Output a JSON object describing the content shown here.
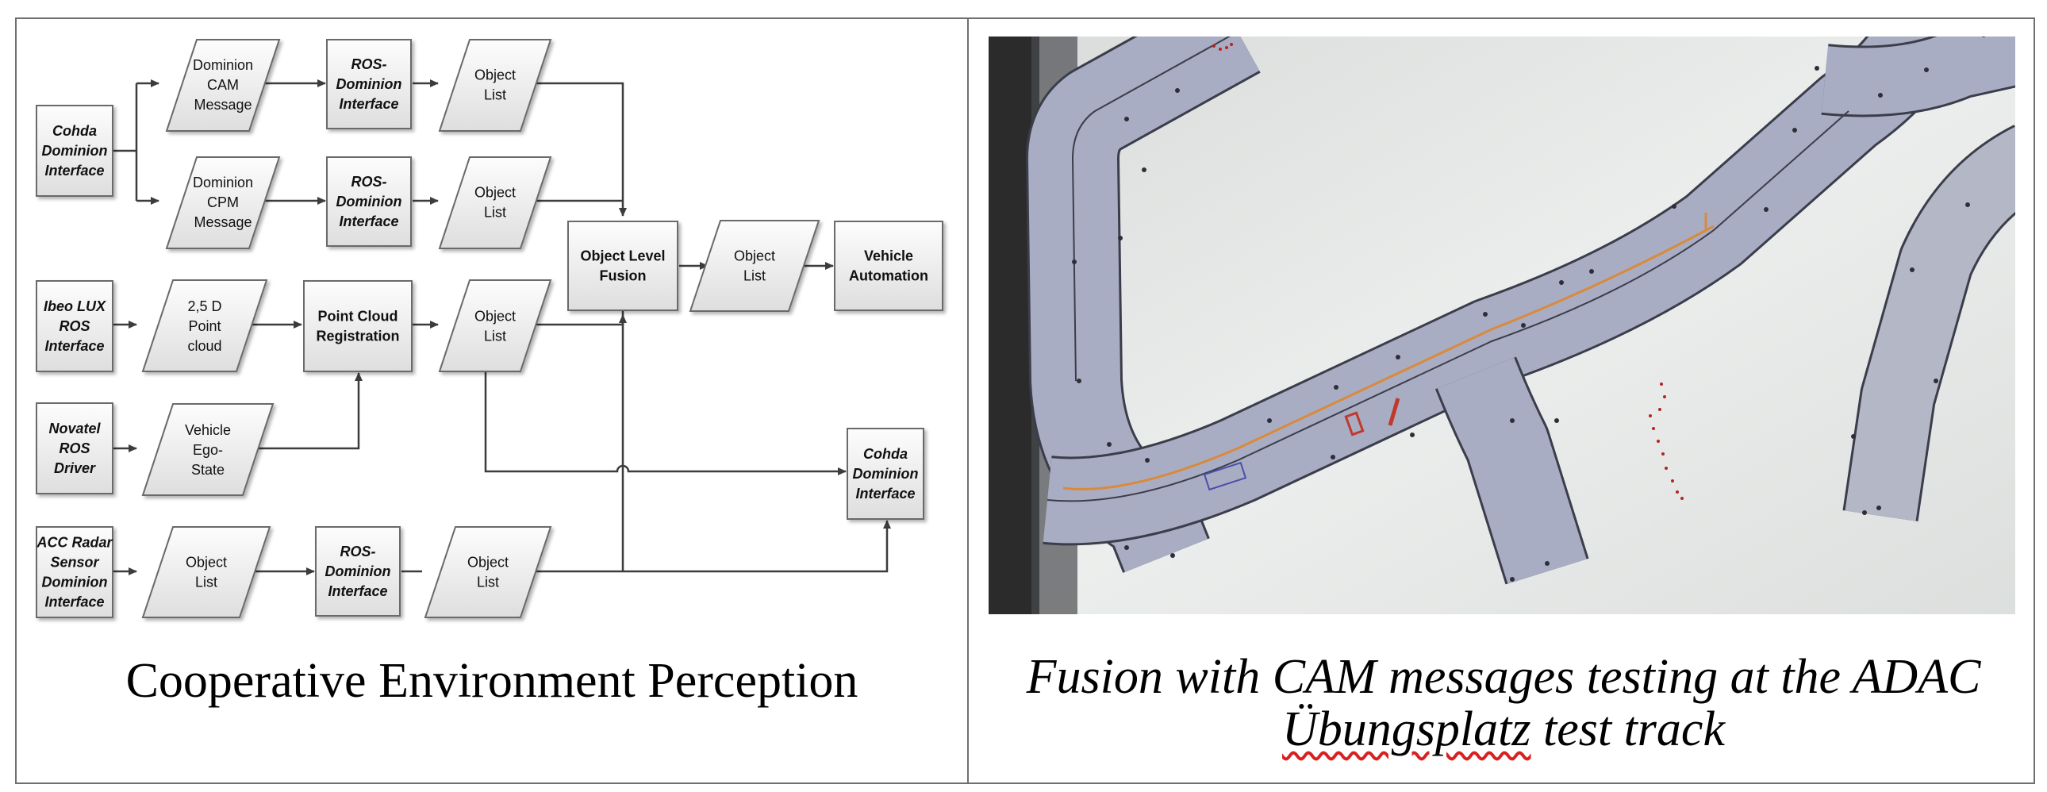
{
  "diagram": {
    "nodes": {
      "cohda_in": [
        "Cohda",
        "Dominion",
        "Interface"
      ],
      "cam_msg": [
        "Dominion",
        "CAM",
        "Message"
      ],
      "ros_if_1": [
        "ROS-",
        "Dominion",
        "Interface"
      ],
      "obj_1": [
        "Object",
        "List"
      ],
      "cpm_msg": [
        "Dominion",
        "CPM",
        "Message"
      ],
      "ros_if_2": [
        "ROS-",
        "Dominion",
        "Interface"
      ],
      "obj_2": [
        "Object",
        "List"
      ],
      "fusion": [
        "Object Level",
        "Fusion"
      ],
      "obj_fused": [
        "Object",
        "List"
      ],
      "automation": [
        "Vehicle",
        "Automation"
      ],
      "ibeo": [
        "Ibeo LUX",
        "ROS",
        "Interface"
      ],
      "pointcloud": [
        "2,5 D",
        "Point",
        "cloud"
      ],
      "registration": [
        "Point Cloud",
        "Registration"
      ],
      "obj_3": [
        "Object",
        "List"
      ],
      "novatel": [
        "Novatel",
        "ROS",
        "Driver"
      ],
      "egostate": [
        "Vehicle",
        "Ego-",
        "State"
      ],
      "cohda_out": [
        "Cohda",
        "Dominion",
        "Interface"
      ],
      "acc": [
        "ACC Radar",
        "Sensor",
        "Dominion",
        "Interface"
      ],
      "obj_4": [
        "Object",
        "List"
      ],
      "ros_if_3": [
        "ROS-",
        "Dominion",
        "Interface"
      ],
      "obj_5": [
        "Object",
        "List"
      ]
    },
    "caption": "Cooperative Environment Perception",
    "colors": {
      "box_fill_top": "#fdfdfd",
      "box_fill_bottom": "#dedede",
      "box_stroke": "#6a6a6a",
      "arrow": "#3c3c3c"
    }
  },
  "photo": {
    "caption_line1": "Fusion with CAM messages testing at the ADAC",
    "caption_line2_word": "Übungsplatz",
    "caption_line2_rest": " test track",
    "colors": {
      "screen": "#e7e9e8",
      "road": "#a9adc3",
      "road_edge": "#3b3d4a",
      "trajectory": "#d98a3c",
      "vehicle": "#c0392b",
      "bezel": "#2b2b2b"
    }
  }
}
